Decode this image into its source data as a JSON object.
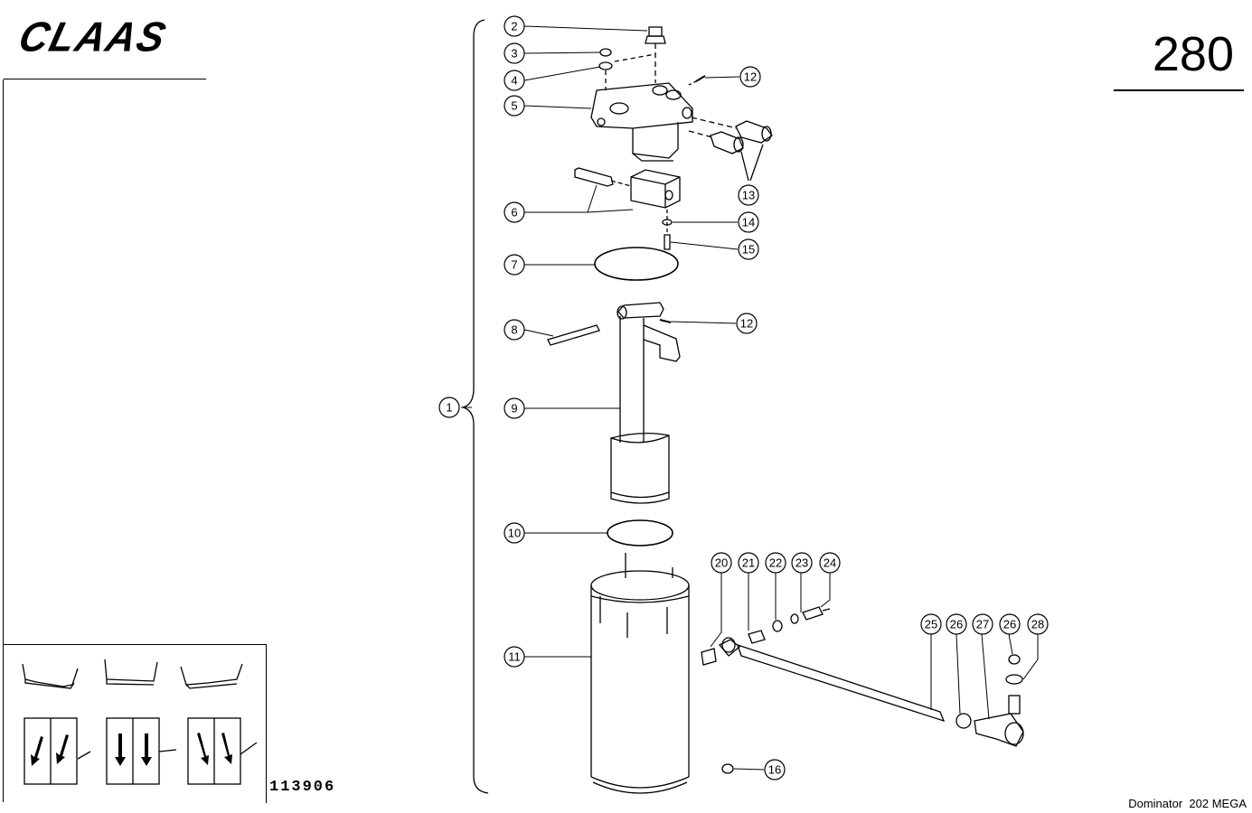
{
  "header": {
    "brand": "CLAAS",
    "page_number": "280"
  },
  "footer": {
    "document_number": "113906",
    "model": "Dominator  202 MEGA"
  },
  "callouts": [
    {
      "id": "c1",
      "number": "1"
    },
    {
      "id": "c2",
      "number": "2"
    },
    {
      "id": "c3",
      "number": "3"
    },
    {
      "id": "c4",
      "number": "4"
    },
    {
      "id": "c5",
      "number": "5"
    },
    {
      "id": "c6",
      "number": "6"
    },
    {
      "id": "c7",
      "number": "7"
    },
    {
      "id": "c8",
      "number": "8"
    },
    {
      "id": "c9",
      "number": "9"
    },
    {
      "id": "c10",
      "number": "10"
    },
    {
      "id": "c11",
      "number": "11"
    },
    {
      "id": "c12a",
      "number": "12"
    },
    {
      "id": "c12b",
      "number": "12"
    },
    {
      "id": "c13",
      "number": "13"
    },
    {
      "id": "c14",
      "number": "14"
    },
    {
      "id": "c15",
      "number": "15"
    },
    {
      "id": "c16",
      "number": "16"
    },
    {
      "id": "c20",
      "number": "20"
    },
    {
      "id": "c21",
      "number": "21"
    },
    {
      "id": "c22",
      "number": "22"
    },
    {
      "id": "c23",
      "number": "23"
    },
    {
      "id": "c24",
      "number": "24"
    },
    {
      "id": "c25",
      "number": "25"
    },
    {
      "id": "c26a",
      "number": "26"
    },
    {
      "id": "c27",
      "number": "27"
    },
    {
      "id": "c26b",
      "number": "26"
    },
    {
      "id": "c28",
      "number": "28"
    }
  ],
  "icons": {
    "logo": "claas-logo",
    "inset": "header-type-icons"
  }
}
